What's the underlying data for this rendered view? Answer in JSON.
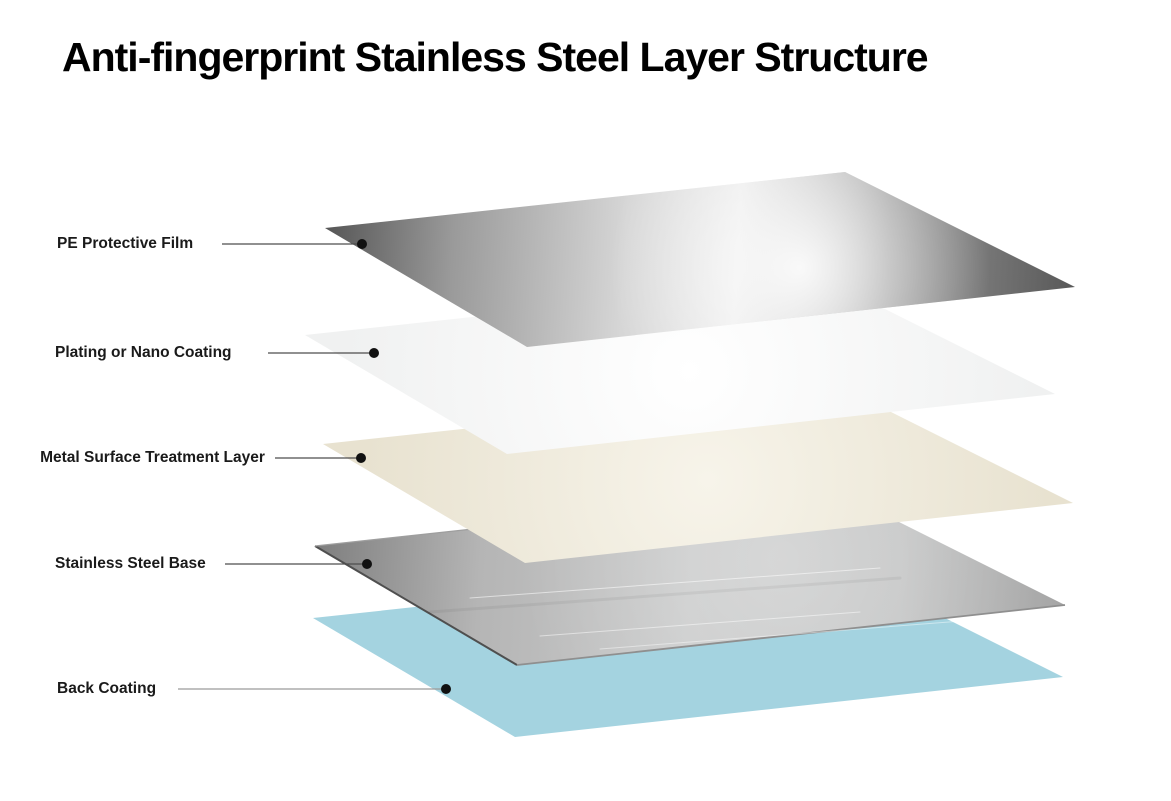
{
  "title": "Anti-fingerprint Stainless Steel Layer Structure",
  "colors": {
    "background": "#ffffff",
    "title_text": "#000000",
    "label_text": "#1a1a1a",
    "dot": "#111111"
  },
  "layers": [
    {
      "label": "PE Protective Film",
      "type": "metal",
      "colors": {
        "stops": [
          "#565656",
          "#9a9a9a",
          "#d6d6d6",
          "#e9e9e9",
          "#979797",
          "#585858"
        ],
        "highlight": "#ffffff"
      },
      "line_color": "#4d4d4d",
      "dot_color": "#111111"
    },
    {
      "label": "Plating or Nano Coating",
      "type": "radial",
      "colors": {
        "center": "#ffffff",
        "edge": "#f0f1f1"
      },
      "line_color": "#4d4d4d",
      "dot_color": "#111111"
    },
    {
      "label": "Metal Surface Treatment Layer",
      "type": "radial",
      "colors": {
        "center": "#f7f4ea",
        "edge": "#e8e2d0"
      },
      "line_color": "#4d4d4d",
      "dot_color": "#111111"
    },
    {
      "label": "Stainless Steel Base",
      "type": "steel",
      "colors": {
        "stops": [
          "#7e7e7e",
          "#b5b5b5",
          "#c9caca",
          "#c3c4c4",
          "#a5a5a5"
        ],
        "edge_dark": "#4f4f4f",
        "edge_mid": "#8f8f8f",
        "edge_light": "#9e9e9e",
        "highlight": "#ffffff"
      },
      "line_color": "#4d4d4d",
      "dot_color": "#111111"
    },
    {
      "label": "Back Coating",
      "type": "flat",
      "colors": {
        "fill": "#a4d3e0"
      },
      "line_color": "#9a9a9a",
      "dot_color": "#111111"
    }
  ]
}
